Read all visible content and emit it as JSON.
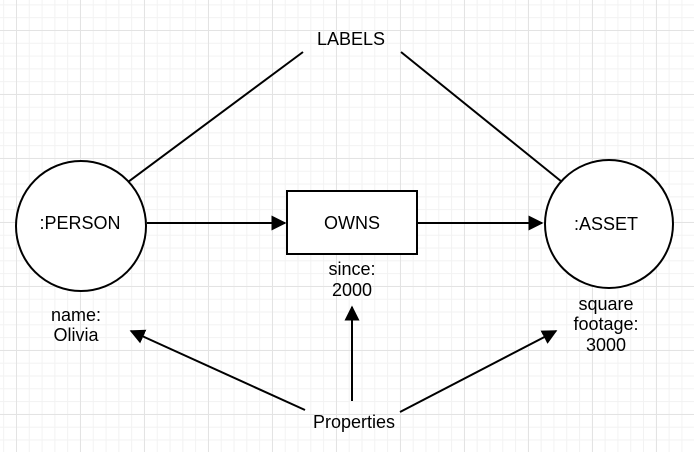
{
  "diagram": {
    "annotations": {
      "labels": "LABELS",
      "properties": "Properties"
    },
    "nodes": {
      "person": {
        "label": ":PERSON",
        "property_lines": [
          "name:",
          "Olivia"
        ]
      },
      "owns": {
        "label": "OWNS",
        "property_lines": [
          "since:",
          "2000"
        ]
      },
      "asset": {
        "label": ":ASSET",
        "property_lines": [
          "square",
          "footage:",
          "3000"
        ]
      }
    },
    "colors": {
      "shape_stroke": "#000000",
      "shape_fill": "#ffffff",
      "text": "#000000",
      "grid_minor_line": "#f2f2f2",
      "grid_major_line": "#e3e3e3",
      "canvas_background": "#ffffff"
    }
  }
}
